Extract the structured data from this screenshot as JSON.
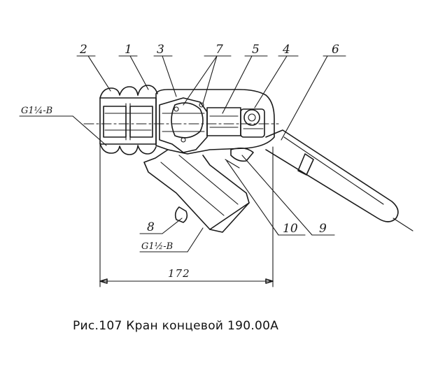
{
  "figure": {
    "caption": "Рис.107 Кран концевой 190.00А",
    "callouts": [
      "1",
      "2",
      "3",
      "4",
      "5",
      "6",
      "7",
      "8",
      "9",
      "10"
    ],
    "thread_labels": {
      "inlet": "G1¼-B",
      "outlet": "G1½-B"
    },
    "dimension": "172"
  }
}
